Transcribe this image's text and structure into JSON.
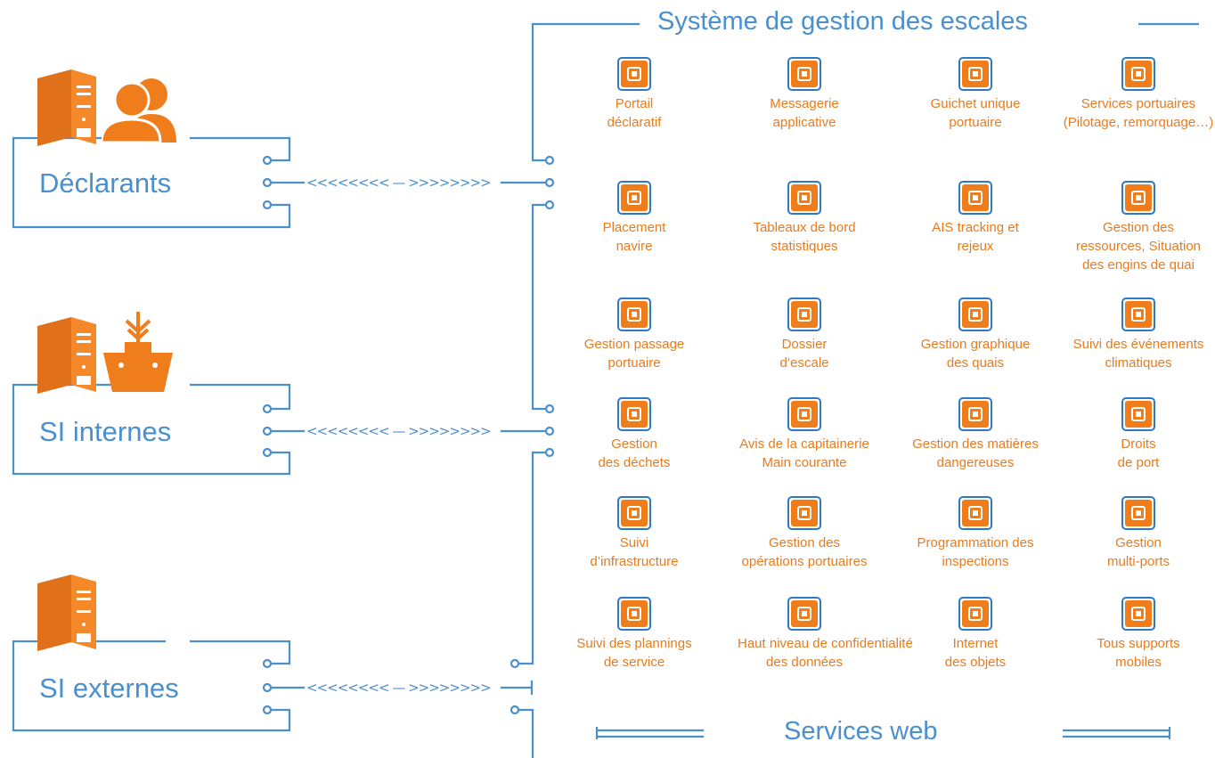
{
  "system": {
    "title": "Système de gestion des escales",
    "footer": "Services web"
  },
  "groups": [
    {
      "label": "Déclarants",
      "arrows": "<<<<<<<< — >>>>>>>>",
      "icons": [
        "server-icon",
        "users-icon"
      ]
    },
    {
      "label": "SI internes",
      "arrows": "<<<<<<<< — >>>>>>>>",
      "icons": [
        "server-icon",
        "ship-icon"
      ]
    },
    {
      "label": "SI externes",
      "arrows": "<<<<<<<< — >>>>>>>>",
      "icons": [
        "server-icon"
      ]
    }
  ],
  "services": [
    {
      "icon": "globe-www-icon",
      "lines": [
        "Portail",
        "déclaratif"
      ]
    },
    {
      "icon": "envelope-icon",
      "lines": [
        "Messagerie",
        "applicative"
      ]
    },
    {
      "icon": "document-icon",
      "lines": [
        "Guichet unique",
        "portuaire"
      ]
    },
    {
      "icon": "ship-icon",
      "lines": [
        "Services portuaires",
        "(Pilotage, remorquage…)"
      ]
    },
    {
      "icon": "ship-berth-icon",
      "lines": [
        "Placement",
        "navire"
      ]
    },
    {
      "icon": "gauge-icon",
      "lines": [
        "Tableaux de bord",
        "statistiques"
      ]
    },
    {
      "icon": "globe-ship-icon",
      "lines": [
        "AIS tracking et",
        "rejeux"
      ]
    },
    {
      "icon": "drop-bulb-icon",
      "lines": [
        "Gestion des",
        "ressources, Situation",
        "des engins de quai"
      ]
    },
    {
      "icon": "ship-arrow-icon",
      "lines": [
        "Gestion passage",
        "portuaire"
      ]
    },
    {
      "icon": "folder-icon",
      "lines": [
        "Dossier",
        "d’escale"
      ]
    },
    {
      "icon": "waveform-icon",
      "lines": [
        "Gestion graphique",
        "des quais"
      ]
    },
    {
      "icon": "weather-icon",
      "lines": [
        "Suivi des événements",
        "climatiques"
      ]
    },
    {
      "icon": "recycle-bin-icon",
      "lines": [
        "Gestion",
        "des déchets"
      ]
    },
    {
      "icon": "notice-icon",
      "lines": [
        "Avis de la capitainerie",
        "Main courante"
      ]
    },
    {
      "icon": "hazard-icon",
      "lines": [
        "Gestion des matières",
        "dangereuses"
      ]
    },
    {
      "icon": "edit-document-icon",
      "lines": [
        "Droits",
        "de port"
      ]
    },
    {
      "icon": "crane-icon",
      "lines": [
        "Suivi",
        "d’infrastructure"
      ]
    },
    {
      "icon": "ship-calculator-icon",
      "lines": [
        "Gestion des",
        "opérations portuaires"
      ]
    },
    {
      "icon": "ship-magnifier-icon",
      "lines": [
        "Programmation des",
        "inspections"
      ]
    },
    {
      "icon": "globe-computer-icon",
      "lines": [
        "Gestion",
        "multi-ports"
      ]
    },
    {
      "icon": "clipboard-icon",
      "lines": [
        "Suivi des plannings",
        "de service"
      ]
    },
    {
      "icon": "lock-icon",
      "lines": [
        "Haut niveau de confidentialité",
        "des données"
      ]
    },
    {
      "icon": "iot-icon",
      "lines": [
        "Internet",
        "des objets"
      ]
    },
    {
      "icon": "mobile-devices-icon",
      "lines": [
        "Tous supports",
        "mobiles"
      ]
    }
  ],
  "colors": {
    "accent": "#f07d1b",
    "line": "#4a8fce",
    "icon_border": "#2f78c2",
    "caption": "#e87b1e"
  }
}
